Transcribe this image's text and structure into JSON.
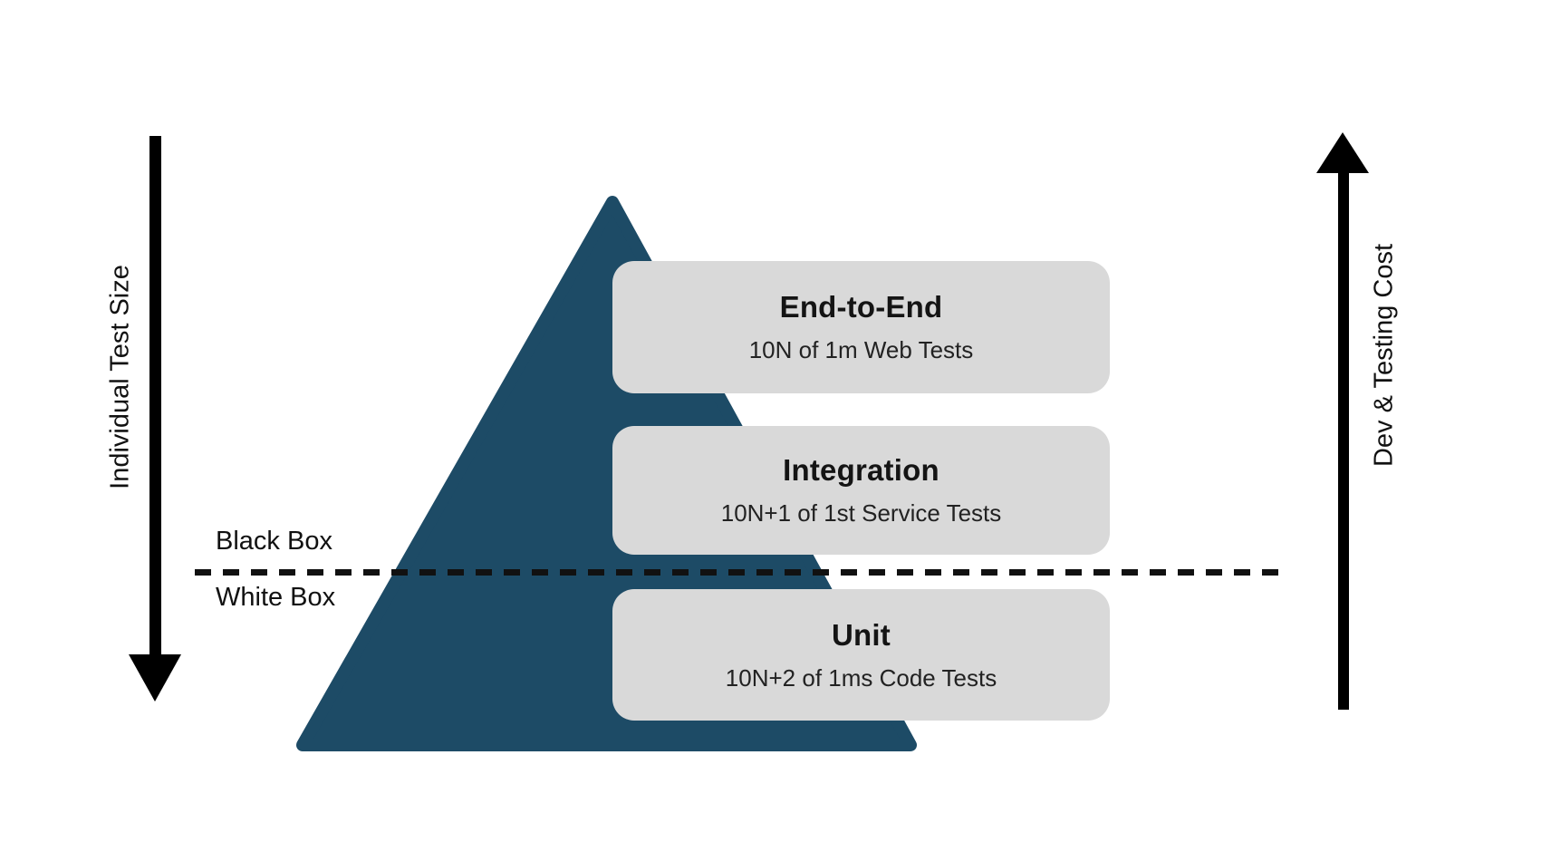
{
  "levels": [
    {
      "name": "End-to-End",
      "detail": "10N of 1m Web Tests"
    },
    {
      "name": "Integration",
      "detail": "10N+1 of 1st Service Tests"
    },
    {
      "name": "Unit",
      "detail": "10N+2 of 1ms Code Tests"
    }
  ],
  "left_axis": {
    "label": "Individual Test Size",
    "direction": "down"
  },
  "right_axis": {
    "label": "Dev & Testing Cost",
    "direction": "up"
  },
  "boundary": {
    "above_label": "Black Box",
    "below_label": "White Box"
  },
  "icons": {
    "left_arrow": "down-arrow",
    "right_arrow": "up-arrow"
  },
  "colors": {
    "pyramid": "#1d4b66",
    "cardBg": "#d9d9d9",
    "ink": "#141414",
    "arrow": "#000000"
  }
}
